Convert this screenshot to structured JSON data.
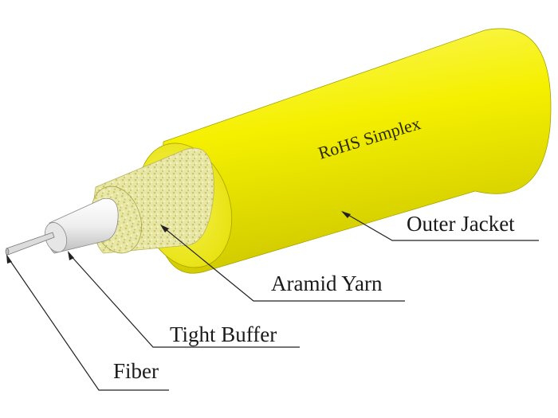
{
  "jacket_print": "RoHS Simplex",
  "labels": {
    "outer_jacket": "Outer Jacket",
    "aramid_yarn": "Aramid Yarn",
    "tight_buffer": "Tight Buffer",
    "fiber": "Fiber"
  },
  "colors": {
    "jacket": "#f5f000",
    "jacket_shade": "#c9c400",
    "jacket_highlight": "#fbfb9a",
    "yarn": "#e6e49a",
    "buffer": "#f2f2f2",
    "fiber": "#d9d9d9",
    "line": "#222222"
  }
}
